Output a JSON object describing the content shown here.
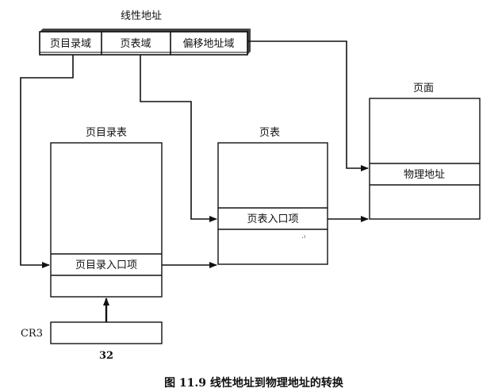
{
  "title": "线性地址",
  "address_fields": [
    "页目录域",
    "页表域",
    "偏移地址域"
  ],
  "page_directory": {
    "title": "页目录表",
    "entry": "页目录入口项"
  },
  "page_table": {
    "title": "页表",
    "entry": "页表入口项",
    "mark": "·¹"
  },
  "page": {
    "title": "页面",
    "entry": "物理地址"
  },
  "cr3": {
    "label": "CR3",
    "width": "32"
  },
  "caption": "图 11.9   线性地址到物理地址的转换",
  "colors": {
    "ink": "#111111",
    "shade": "#777777"
  }
}
